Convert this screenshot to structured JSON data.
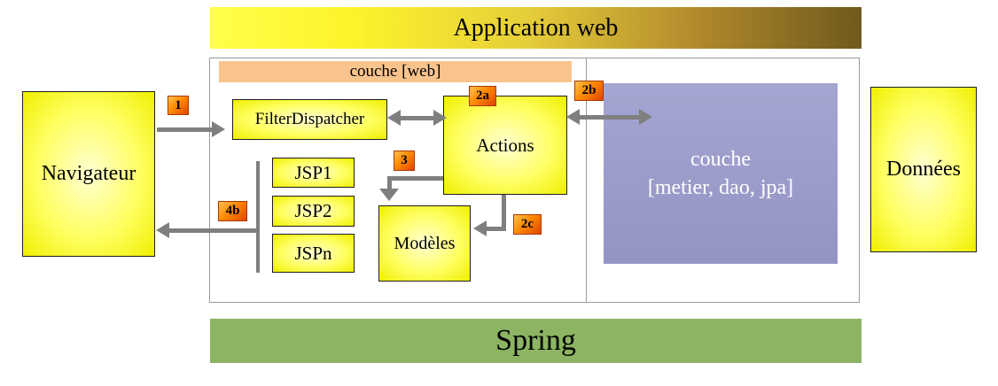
{
  "diagram": {
    "banners": {
      "application_web": "Application web",
      "spring": "Spring"
    },
    "external": {
      "navigateur": "Navigateur",
      "donnees": "Données"
    },
    "web_layer": {
      "title": "couche [web]",
      "filter_dispatcher": "FilterDispatcher",
      "actions": "Actions",
      "jsp": [
        "JSP1",
        "JSP2",
        "JSPn"
      ],
      "modeles": "Modèles"
    },
    "business_layer": {
      "line1": "couche",
      "line2": "[metier, dao, jpa]"
    },
    "steps": {
      "s1": "1",
      "s2a": "2a",
      "s2b": "2b",
      "s2c": "2c",
      "s3": "3",
      "s4b": "4b"
    },
    "colors": {
      "yellow_box": "#ffff63",
      "purple_box": "#9a9ac8",
      "peach_banner": "#f9c48c",
      "green_banner": "#8cb463",
      "arrow_gray": "#7f7f7f",
      "badge_orange": "#ff8a00"
    }
  }
}
